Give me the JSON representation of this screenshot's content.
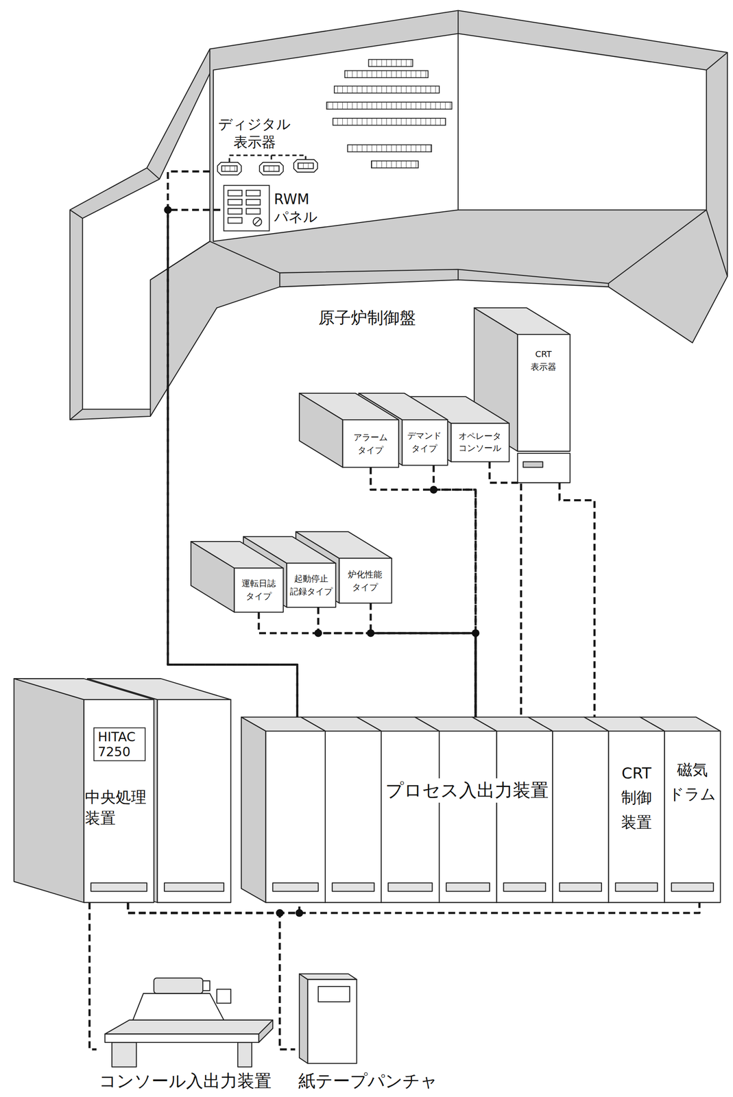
{
  "diagram": {
    "nodes": [
      {
        "text": [
          "原子炉制御盤"
        ]
      },
      {
        "text": [
          "ディジタル 表示器"
        ],
        "in": 0
      },
      {
        "text": [
          "RWM パネル"
        ],
        "in": 0
      },
      {
        "text": [
          "アラーム タイプ"
        ]
      },
      {
        "text": [
          "デマンド タイプ"
        ]
      },
      {
        "text": [
          "オペレータ コンソール"
        ]
      },
      {
        "text": [
          "CRT 表示器"
        ]
      },
      {
        "text": [
          "運転日誌 タイプ"
        ]
      },
      {
        "text": [
          "起動停止 記録タイプ"
        ]
      },
      {
        "text": [
          "炉化性能 タイプ"
        ]
      },
      {
        "text": [
          "HITAC 7250",
          "中央処理 装置"
        ]
      },
      {
        "text": [
          "プロセス入出力装置"
        ]
      },
      {
        "text": [
          "CRT 制御 装置"
        ]
      },
      {
        "text": [
          "磁気 ドラム"
        ]
      },
      {
        "text": [
          "コンソール入出力装置"
        ]
      },
      {
        "text": [
          "紙テープパンチャ"
        ]
      }
    ],
    "edges": [
      {
        "from": 1,
        "to": 11,
        "arrow": "none"
      },
      {
        "from": 2,
        "to": 11,
        "arrow": "none"
      },
      {
        "from": 3,
        "to": 11,
        "arrow": "none"
      },
      {
        "from": 4,
        "to": 11,
        "arrow": "none"
      },
      {
        "from": 7,
        "to": 11,
        "arrow": "none"
      },
      {
        "from": 8,
        "to": 11,
        "arrow": "none"
      },
      {
        "from": 9,
        "to": 11,
        "arrow": "none"
      },
      {
        "from": 5,
        "to": 11,
        "arrow": "none"
      },
      {
        "from": 6,
        "to": 12,
        "arrow": "none"
      },
      {
        "from": 10,
        "to": 11,
        "arrow": "none"
      },
      {
        "from": 10,
        "to": 13,
        "arrow": "none"
      },
      {
        "from": 10,
        "to": 14,
        "arrow": "none"
      },
      {
        "from": 10,
        "to": 15,
        "arrow": "none"
      }
    ]
  }
}
